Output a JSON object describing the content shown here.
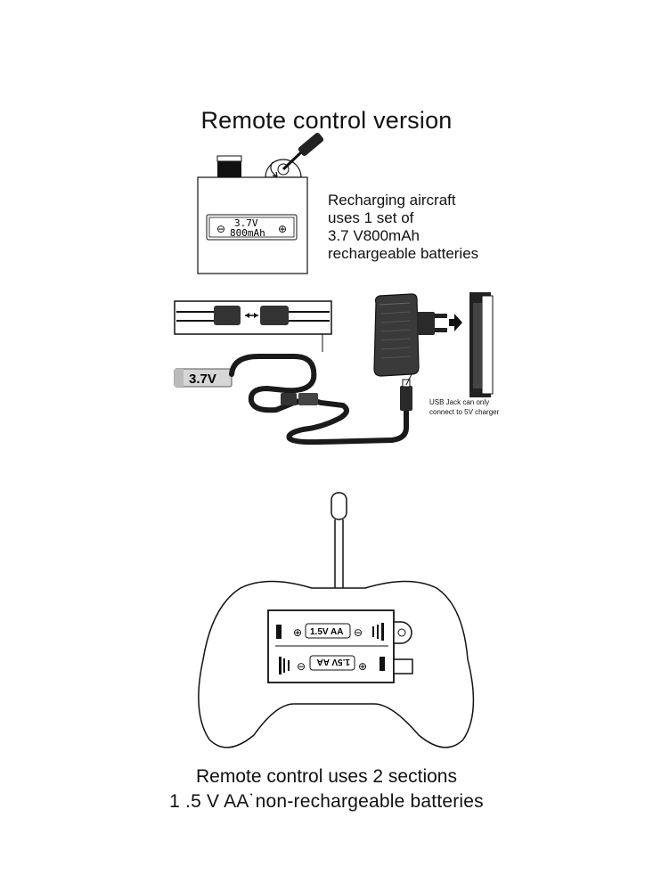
{
  "title": "Remote control version",
  "aircraft_note": {
    "line1": "Recharging aircraft",
    "line2": "uses 1 set of",
    "line3": "3.7 V800mAh",
    "line4": "rechargeable batteries"
  },
  "aircraft_battery_label": {
    "voltage": "3.7V",
    "capacity": "800mAh",
    "minus": "⊖",
    "plus": "⊕"
  },
  "battery_pack_label": "3.7V",
  "usb_note": {
    "line1": "USB Jack can only",
    "line2": "connect to 5V charger"
  },
  "remote_battery_label": "1.5V AA",
  "remote_note": {
    "line1": "Remote control uses 2 sections",
    "line2": "1 .5 V AA˙non-rechargeable batteries"
  }
}
